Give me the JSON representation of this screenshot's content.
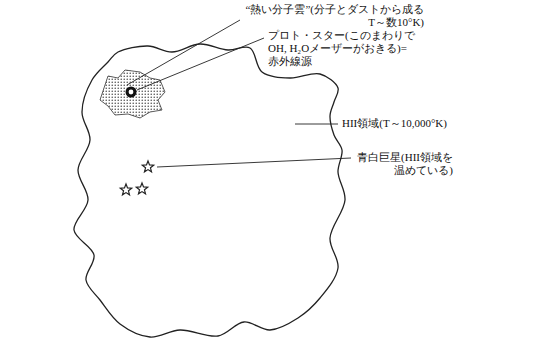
{
  "diagram": {
    "labels": [
      "“熱い分子雲”(分子とダストから成る T～数10°K)",
      "プロト・スター(このまわりで OH, H₂Oメーザーがおきる)= 赤外線源",
      "HII領域(T～10,000°K)",
      "青白巨星(HII領域を 温めている)"
    ]
  }
}
